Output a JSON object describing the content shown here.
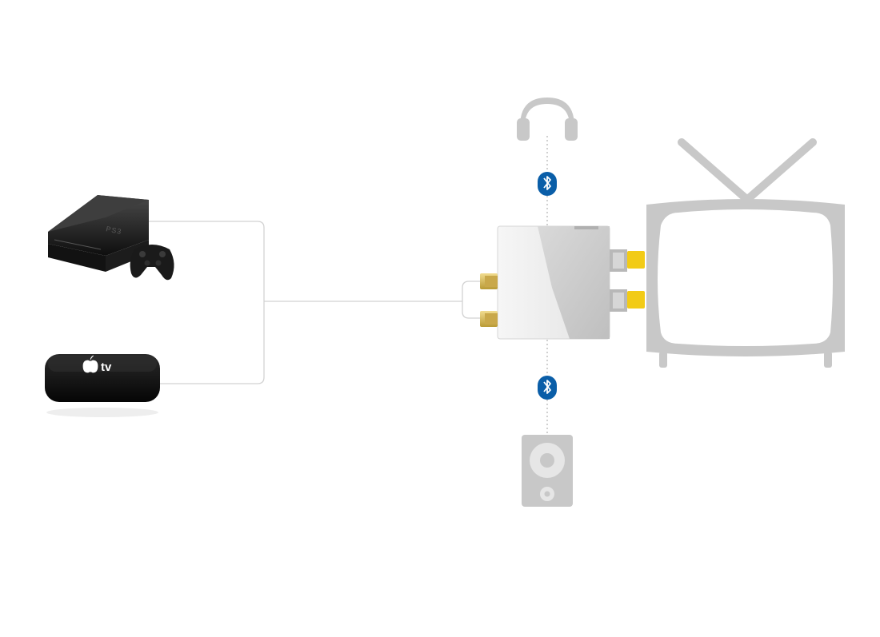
{
  "devices": {
    "game_console": {
      "label": "PS3",
      "icon": "game-console-icon"
    },
    "streaming_box": {
      "label": "tv",
      "icon": "apple-tv-icon"
    },
    "adapter": {
      "icon": "bluetooth-audio-adapter-icon"
    },
    "headphones": {
      "icon": "headphones-icon"
    },
    "speaker": {
      "icon": "speaker-icon"
    },
    "television": {
      "icon": "television-icon"
    }
  },
  "connections": [
    {
      "from": "game_console",
      "to": "adapter",
      "type": "wired"
    },
    {
      "from": "streaming_box",
      "to": "adapter",
      "type": "wired"
    },
    {
      "from": "adapter",
      "to": "television",
      "type": "rca"
    },
    {
      "from": "adapter",
      "to": "headphones",
      "type": "bluetooth"
    },
    {
      "from": "adapter",
      "to": "speaker",
      "type": "bluetooth"
    }
  ],
  "colors": {
    "line": "#cfcfcf",
    "dotted_line": "#bdbdbd",
    "icon_gray": "#c8c8c8",
    "bluetooth_blue": "#0a5ea8",
    "rca_gold": "#e3c86a",
    "rca_yellow": "#f2cb16",
    "device_black": "#151515"
  }
}
